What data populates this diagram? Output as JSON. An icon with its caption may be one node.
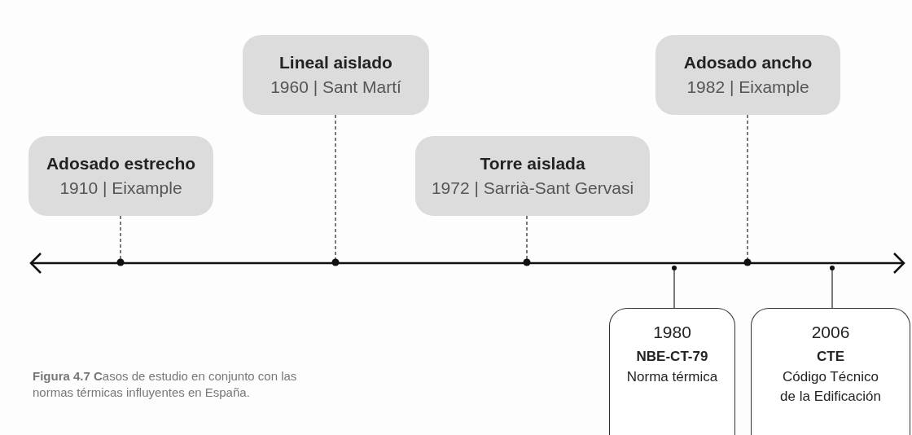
{
  "diagram": {
    "caption": "**Figura 4.7 C**asos de estudio en conjunto con las normas térmicas influyentes en España.",
    "nodes": [
      {
        "text": [
          "Adosado estrecho",
          "1910 | Eixample"
        ]
      },
      {
        "text": [
          "Lineal aislado",
          "1960 | Sant Martí"
        ]
      },
      {
        "text": [
          "Torre aislada",
          "1972 | Sarrià-Sant Gervasi"
        ]
      },
      {
        "text": [
          "Adosado ancho",
          "1982 | Eixample"
        ]
      },
      {
        "text": [
          "1980",
          "NBE-CT-79",
          "Norma térmica"
        ]
      },
      {
        "text": [
          "2006",
          "CTE",
          "Código Técnico de la Edificación"
        ]
      }
    ],
    "edges": [
      {
        "from": 0,
        "to": null,
        "arrow": "none",
        "style": "dashed"
      },
      {
        "from": 1,
        "to": null,
        "arrow": "none",
        "style": "dashed"
      },
      {
        "from": 2,
        "to": null,
        "arrow": "none",
        "style": "dashed"
      },
      {
        "from": 3,
        "to": null,
        "arrow": "none",
        "style": "dashed"
      },
      {
        "from": 4,
        "to": null,
        "arrow": "none"
      },
      {
        "from": 5,
        "to": null,
        "arrow": "none"
      }
    ]
  }
}
